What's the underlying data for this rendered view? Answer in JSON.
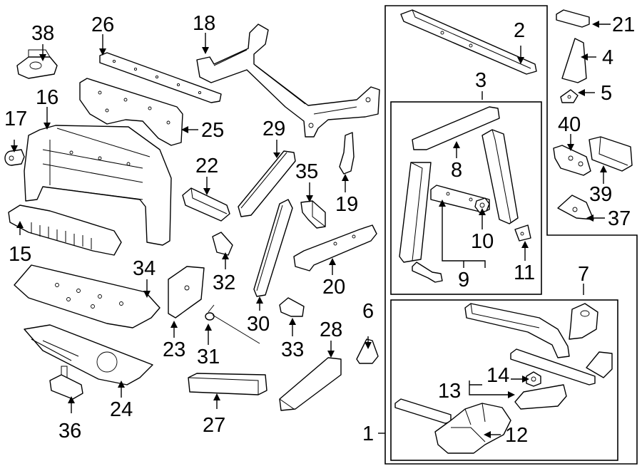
{
  "callouts": {
    "c1": "1",
    "c2": "2",
    "c3": "3",
    "c4": "4",
    "c5": "5",
    "c6": "6",
    "c7": "7",
    "c8": "8",
    "c9": "9",
    "c10": "10",
    "c11": "11",
    "c12": "12",
    "c13": "13",
    "c14": "14",
    "c15": "15",
    "c16": "16",
    "c17": "17",
    "c18": "18",
    "c19": "19",
    "c20": "20",
    "c21": "21",
    "c22": "22",
    "c23": "23",
    "c24": "24",
    "c25": "25",
    "c26": "26",
    "c27": "27",
    "c28": "28",
    "c29": "29",
    "c30": "30",
    "c31": "31",
    "c32": "32",
    "c33": "33",
    "c34": "34",
    "c35": "35",
    "c36": "36",
    "c37": "37",
    "c38": "38",
    "c39": "39",
    "c40": "40"
  },
  "colors": {
    "line": "#000000",
    "background": "#ffffff"
  }
}
